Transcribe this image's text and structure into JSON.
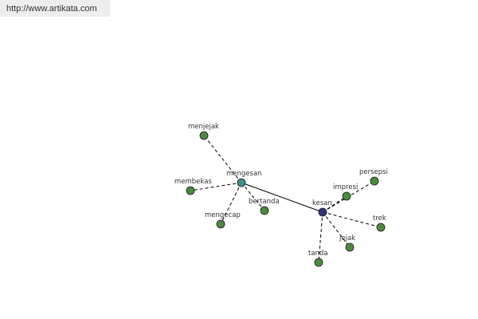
{
  "source_url": "http://www.artikata.com",
  "colors": {
    "hub_primary": "#33337a",
    "hub_secondary": "#3f8f8c",
    "leaf": "#4d8a3f",
    "node_stroke": "#1a1a1a",
    "edge": "#000000"
  },
  "nodes": {
    "kesan": "kesan",
    "mengesan": "mengesan",
    "menjejak": "menjejak",
    "membekas": "membekas",
    "mengecap": "mengecap",
    "bertanda": "bertanda",
    "impresi": "impresi",
    "persepsi": "persepsi",
    "trek": "trek",
    "jejak": "jejak",
    "tanda": "tanda"
  },
  "edges": [
    {
      "from": "kesan",
      "to": "mengesan",
      "style": "solid"
    },
    {
      "from": "mengesan",
      "to": "menjejak",
      "style": "dashed"
    },
    {
      "from": "mengesan",
      "to": "membekas",
      "style": "dashed"
    },
    {
      "from": "mengesan",
      "to": "mengecap",
      "style": "dashed"
    },
    {
      "from": "mengesan",
      "to": "bertanda",
      "style": "dashed"
    },
    {
      "from": "kesan",
      "to": "impresi",
      "style": "dashed"
    },
    {
      "from": "kesan",
      "to": "persepsi",
      "style": "dashed"
    },
    {
      "from": "kesan",
      "to": "trek",
      "style": "dashed"
    },
    {
      "from": "kesan",
      "to": "jejak",
      "style": "dashed"
    },
    {
      "from": "kesan",
      "to": "tanda",
      "style": "dashed"
    }
  ]
}
